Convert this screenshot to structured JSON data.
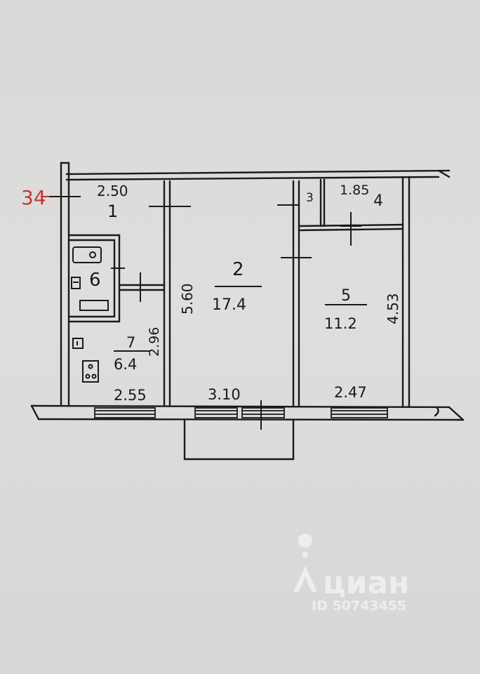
{
  "plan": {
    "apartment_number": "34",
    "rooms": [
      {
        "number": "1",
        "width": "2.50"
      },
      {
        "number": "2",
        "area": "17.4",
        "length": "5.60",
        "width": "3.10"
      },
      {
        "number": "3"
      },
      {
        "number": "4",
        "width": "1.85"
      },
      {
        "number": "5",
        "area": "11.2",
        "length": "4.53",
        "width": "2.47"
      },
      {
        "number": "6"
      },
      {
        "number": "7",
        "area": "6.4",
        "length": "2.96",
        "width": "2.55"
      }
    ]
  },
  "watermark": {
    "brand": "циан",
    "listing_id": "ID 50743455"
  },
  "colors": {
    "ink": "#1a1a1a",
    "red_mark": "#c4343a",
    "paper": "#dcdcda"
  }
}
